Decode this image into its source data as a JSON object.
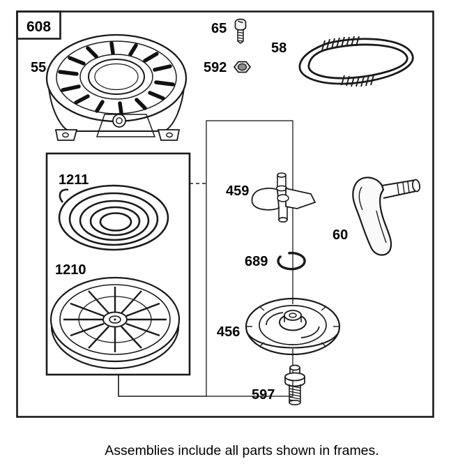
{
  "frame_label": "608",
  "caption": "Assemblies include all parts shown in frames.",
  "part_numbers": {
    "housing": "55",
    "screw": "65",
    "nut": "592",
    "rope": "58",
    "spring": "1211",
    "pulley": "1210",
    "pawl": "459",
    "ring": "689",
    "clutch": "456",
    "bolt": "597",
    "handle": "60"
  },
  "colors": {
    "line": "#1a1a1a",
    "background": "#ffffff"
  }
}
